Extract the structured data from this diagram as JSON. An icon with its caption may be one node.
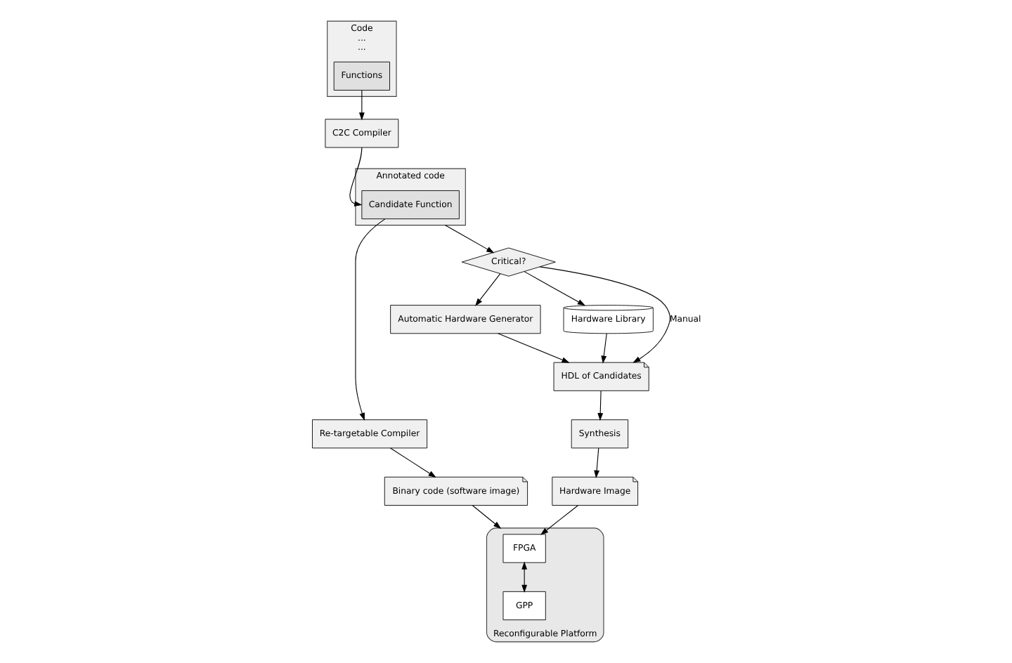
{
  "diagram": {
    "nodes": [
      {
        "text": [
          "Code",
          "...",
          "..."
        ]
      },
      {
        "text": [
          "Functions"
        ],
        "in": 0
      },
      {
        "text": [
          "C2C Compiler"
        ]
      },
      {
        "text": [
          "Annotated code"
        ]
      },
      {
        "text": [
          "Candidate Function"
        ],
        "in": 3
      },
      {
        "text": [
          "Re-targetable Compiler"
        ]
      },
      {
        "text": [
          "Binary code (software image)"
        ]
      },
      {
        "text": [
          "Critical?"
        ]
      },
      {
        "text": [
          "Automatic Hardware Generator"
        ]
      },
      {
        "text": [
          "Hardware Library"
        ]
      },
      {
        "text": [
          "HDL of Candidates"
        ]
      },
      {
        "text": [
          "Synthesis"
        ]
      },
      {
        "text": [
          "Hardware Image"
        ]
      },
      {
        "text": [
          "Reconfigurable Platform"
        ]
      },
      {
        "text": [
          "FPGA"
        ],
        "in": 13
      },
      {
        "text": [
          "GPP"
        ],
        "in": 13
      }
    ],
    "edges": [
      {
        "from": 1,
        "to": 2,
        "arrow": "to"
      },
      {
        "from": 2,
        "to": 4,
        "arrow": "to"
      },
      {
        "from": 4,
        "to": 5,
        "arrow": "to"
      },
      {
        "from": 5,
        "to": 6,
        "arrow": "to"
      },
      {
        "from": 3,
        "to": 7,
        "arrow": "to"
      },
      {
        "from": 7,
        "to": 8,
        "arrow": "to"
      },
      {
        "from": 7,
        "to": 9,
        "arrow": "to"
      },
      {
        "from": 7,
        "to": 10,
        "arrow": "to",
        "label": "Manual"
      },
      {
        "from": 8,
        "to": 10,
        "arrow": "to"
      },
      {
        "from": 9,
        "to": 10,
        "arrow": "to"
      },
      {
        "from": 10,
        "to": 11,
        "arrow": "to"
      },
      {
        "from": 11,
        "to": 12,
        "arrow": "to"
      },
      {
        "from": 12,
        "to": 14,
        "arrow": "to"
      },
      {
        "from": 6,
        "to": 13,
        "arrow": "to"
      },
      {
        "from": 14,
        "to": 15,
        "arrow": "both"
      }
    ]
  }
}
